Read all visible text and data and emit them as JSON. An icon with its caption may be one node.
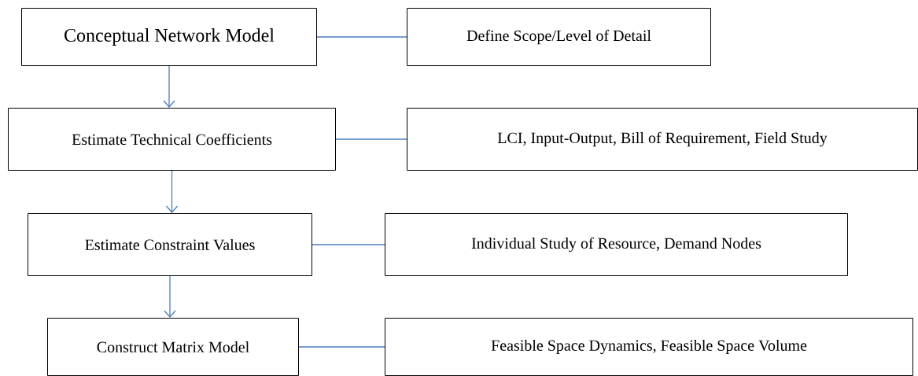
{
  "diagram": {
    "nodes": [
      {
        "text": [
          "Conceptual Network Model"
        ]
      },
      {
        "text": [
          "Define Scope/Level of Detail"
        ]
      },
      {
        "text": [
          "Estimate Technical Coefficients"
        ]
      },
      {
        "text": [
          "LCI, Input-Output, Bill of Requirement, Field Study"
        ]
      },
      {
        "text": [
          "Estimate Constraint Values"
        ]
      },
      {
        "text": [
          "Individual Study of Resource, Demand Nodes"
        ]
      },
      {
        "text": [
          "Construct Matrix Model"
        ]
      },
      {
        "text": [
          "Feasible Space Dynamics, Feasible Space Volume"
        ]
      }
    ],
    "edges": [
      {
        "from": 0,
        "to": 1,
        "arrow": "none"
      },
      {
        "from": 0,
        "to": 2,
        "arrow": "to"
      },
      {
        "from": 2,
        "to": 3,
        "arrow": "none"
      },
      {
        "from": 2,
        "to": 4,
        "arrow": "to"
      },
      {
        "from": 4,
        "to": 5,
        "arrow": "none"
      },
      {
        "from": 4,
        "to": 6,
        "arrow": "to"
      },
      {
        "from": 6,
        "to": 7,
        "arrow": "none"
      }
    ]
  }
}
